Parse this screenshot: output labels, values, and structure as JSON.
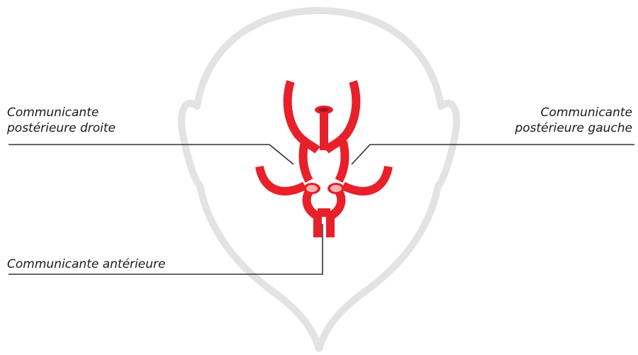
{
  "labels": {
    "right_posterior_communicating": {
      "line1": "Communicante",
      "line2": "postérieure droite"
    },
    "left_posterior_communicating": {
      "line1": "Communicante",
      "line2": "postérieure gauche"
    },
    "anterior_communicating": "Communicante antérieure"
  },
  "colors": {
    "artery": "#e8202a",
    "artery_inner": "#f7b3b3",
    "head_outline": "#e3e3e3",
    "leader_line": "#333333",
    "text": "#1a1a1a"
  }
}
